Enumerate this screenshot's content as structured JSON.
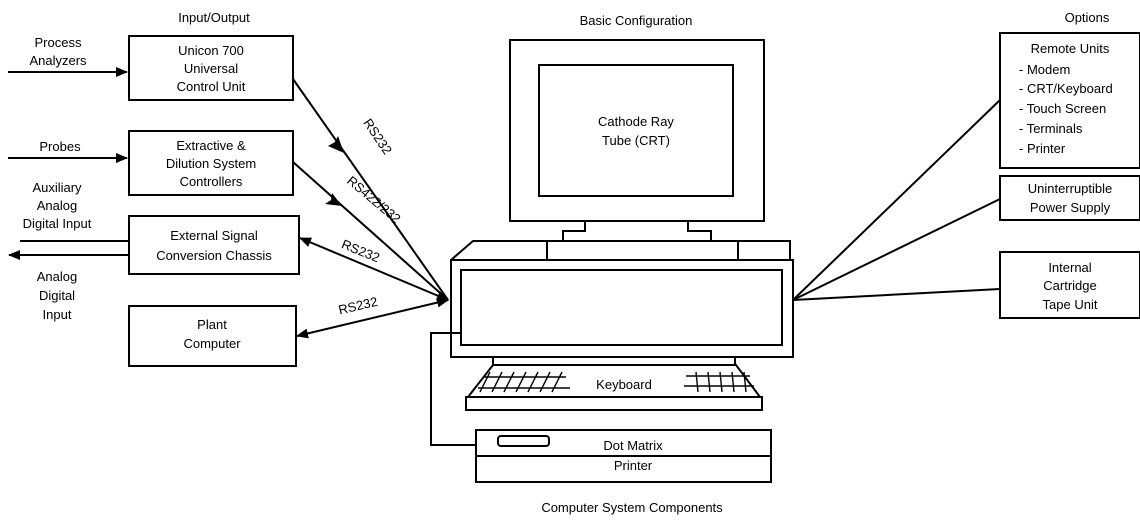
{
  "headings": {
    "input_output": "Input/Output",
    "basic_configuration": "Basic Configuration",
    "options": "Options",
    "caption": "Computer System Components"
  },
  "inputs": {
    "process_analyzers": [
      "Process",
      "Analyzers"
    ],
    "probes": "Probes",
    "auxiliary_input": [
      "Auxiliary",
      "Analog",
      "Digital Input"
    ],
    "analog_digital_output": [
      "Analog",
      "Digital",
      "Input"
    ]
  },
  "io_boxes": {
    "unicon": [
      "Unicon 700",
      "Universal",
      "Control Unit"
    ],
    "extractive": [
      "Extractive &",
      "Dilution System",
      "Controllers"
    ],
    "external_signal": [
      "External Signal",
      "Conversion Chassis"
    ],
    "plant_computer": [
      "Plant",
      "Computer"
    ]
  },
  "links": {
    "unicon": "RS232",
    "extractive": "RS422/232",
    "external_signal": "RS232",
    "plant_computer": "RS232"
  },
  "computer": {
    "crt": [
      "Cathode Ray",
      "Tube (CRT)"
    ],
    "keyboard": "Keyboard",
    "printer": [
      "Dot Matrix",
      "Printer"
    ]
  },
  "options": {
    "remote_units": [
      "Remote Units",
      "- Modem",
      "- CRT/Keyboard",
      "- Touch Screen",
      "- Terminals",
      "- Printer"
    ],
    "ups": [
      "Uninterruptible",
      "Power Supply"
    ],
    "tape_unit": [
      "Internal",
      "Cartridge",
      "Tape Unit"
    ]
  }
}
